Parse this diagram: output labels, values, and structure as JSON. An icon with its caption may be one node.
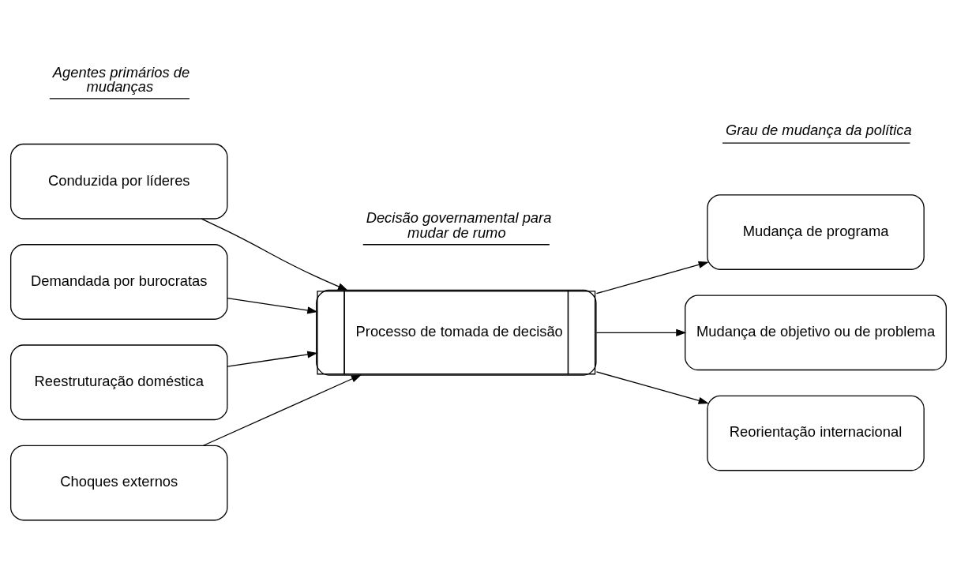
{
  "diagram": {
    "nodes": [
      {
        "text": [
          "Conduzida por líderes"
        ]
      },
      {
        "text": [
          "Demandada por burocratas"
        ]
      },
      {
        "text": [
          "Reestruturação doméstica"
        ]
      },
      {
        "text": [
          "Choques externos"
        ]
      },
      {
        "text": [
          "Processo de tomada de decisão"
        ]
      },
      {
        "text": [
          "Mudança de programa"
        ]
      },
      {
        "text": [
          "Mudança de objetivo ou de problema"
        ]
      },
      {
        "text": [
          "Reorientação internacional"
        ]
      }
    ],
    "edges": [
      {
        "from": 0,
        "to": 4,
        "arrow": "to"
      },
      {
        "from": 1,
        "to": 4,
        "arrow": "to"
      },
      {
        "from": 2,
        "to": 4,
        "arrow": "to"
      },
      {
        "from": 3,
        "to": 4,
        "arrow": "to"
      },
      {
        "from": 4,
        "to": 5,
        "arrow": "to"
      },
      {
        "from": 4,
        "to": 6,
        "arrow": "to"
      },
      {
        "from": 4,
        "to": 7,
        "arrow": "to"
      }
    ],
    "labels": [
      "Agentes primários de mudanças",
      "Decisão governamental para mudar de rumo",
      "Grau de mudança da política"
    ]
  }
}
